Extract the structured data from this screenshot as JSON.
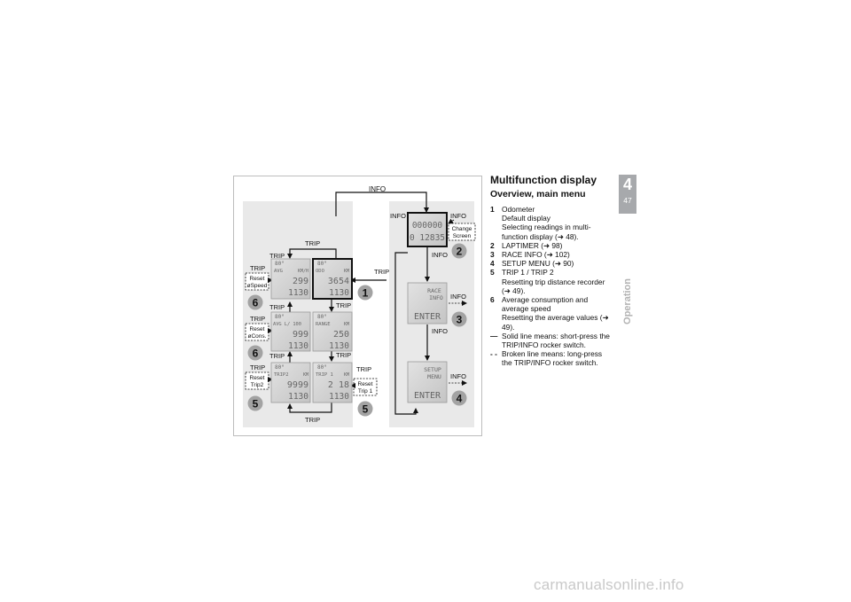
{
  "page": {
    "title": "Multifunction display",
    "subtitle": "Overview, main menu",
    "chapter_number": "4",
    "page_number": "47",
    "chapter_name": "Operation",
    "watermark": "carmanualsonline.info"
  },
  "legend": [
    {
      "num": "1",
      "lines": [
        "Odometer",
        "Default display",
        "Selecting readings in multi-function display (➜ 48)."
      ]
    },
    {
      "num": "2",
      "lines": [
        "LAPTIMER (➜ 98)"
      ]
    },
    {
      "num": "3",
      "lines": [
        "RACE INFO (➜ 102)"
      ]
    },
    {
      "num": "4",
      "lines": [
        "SETUP MENU (➜ 90)"
      ]
    },
    {
      "num": "5",
      "lines": [
        "TRIP 1 / TRIP 2",
        "Resetting trip distance recorder (➜ 49)."
      ]
    },
    {
      "num": "6",
      "lines": [
        "Average consumption and average speed",
        "Resetting the average values (➜ 49)."
      ]
    },
    {
      "num": "—",
      "lines": [
        "Solid line means: short-press the TRIP/INFO rocker switch."
      ]
    },
    {
      "num": "- -",
      "lines": [
        "Broken line means: long-press the TRIP/INFO rocker switch."
      ]
    }
  ],
  "diagram": {
    "labels": {
      "trip": "TRIP",
      "info": "INFO",
      "reset": "Reset",
      "avg_speed": "øSpeed",
      "avg_cons": "øCons.",
      "trip2": "Trip2",
      "trip1": "Trip 1",
      "change": "Change",
      "screen": "Screen"
    },
    "callouts": {
      "c1": "1",
      "c2": "2",
      "c3": "3",
      "c4": "4",
      "c5": "5",
      "c6": "6"
    },
    "screens": {
      "avg_speed": {
        "temp": "80°",
        "label": "AVG",
        "unit": "KM/H",
        "value": "299",
        "time": "1130"
      },
      "odo": {
        "temp": "80°",
        "label": "ODO",
        "unit": "KM",
        "value": "3654",
        "time": "1130"
      },
      "avg_cons": {
        "temp": "80°",
        "label": "AVG L/ 100",
        "value": "999",
        "time": "1130"
      },
      "range": {
        "temp": "80°",
        "label": "RANGE",
        "unit": "KM",
        "value": "250",
        "time": "1130"
      },
      "trip2": {
        "temp": "80°",
        "label": "TRIP2",
        "unit": "KM",
        "value": "9999",
        "time": "1130"
      },
      "trip1": {
        "temp": "80°",
        "label": "TRIP 1",
        "unit": "KM",
        "value": "2 18",
        "time": "1130"
      },
      "laptimer": {
        "line1": "000000",
        "line2": "0 12835"
      },
      "race_info": {
        "line1": "RACE",
        "line2": "INFO",
        "action": "ENTER"
      },
      "setup_menu": {
        "line1": "SETUP",
        "line2": "MENU",
        "action": "ENTER"
      }
    }
  }
}
